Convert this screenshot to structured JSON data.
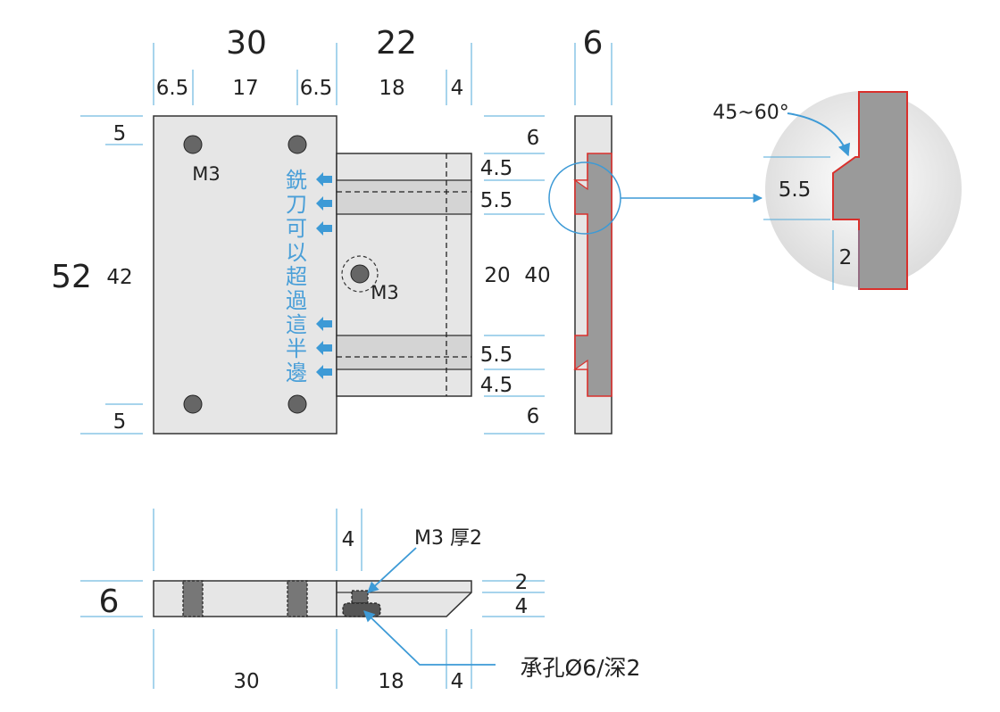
{
  "top_dims": {
    "w30": "30",
    "w22": "22",
    "w6": "6",
    "d6_5a": "6.5",
    "d17": "17",
    "d6_5b": "6.5",
    "d18": "18",
    "d4": "4"
  },
  "left_dims": {
    "d52": "52",
    "d42": "42",
    "d5_top": "5",
    "d5_bot": "5"
  },
  "right_dims": {
    "d6_top": "6",
    "d4_5_top": "4.5",
    "d5_5_top": "5.5",
    "d20": "20",
    "d40": "40",
    "d5_5_bot": "5.5",
    "d4_5_bot": "4.5",
    "d6_bot": "6"
  },
  "labels": {
    "m3_a": "M3",
    "m3_b": "M3",
    "mill_note": "銑刀可以超過這半邊",
    "mill_chars": [
      "銑",
      "刀",
      "可",
      "以",
      "超",
      "過",
      "這",
      "半",
      "邊"
    ]
  },
  "detail": {
    "angle": "45~60°",
    "d5_5": "5.5",
    "d2": "2"
  },
  "bottom_view": {
    "d6": "6",
    "d4_top": "4",
    "m3_thick": "M3 厚2",
    "d2": "2",
    "d4_right": "4",
    "d30": "30",
    "d18": "18",
    "d4_bot": "4",
    "counterbore": "承孔Ø6/深2"
  },
  "colors": {
    "dimension_line": "#4fa8d8",
    "accent": "#3d9ad6",
    "section": "#d9302c",
    "part": "#e6e6e6",
    "hole": "#666666"
  }
}
